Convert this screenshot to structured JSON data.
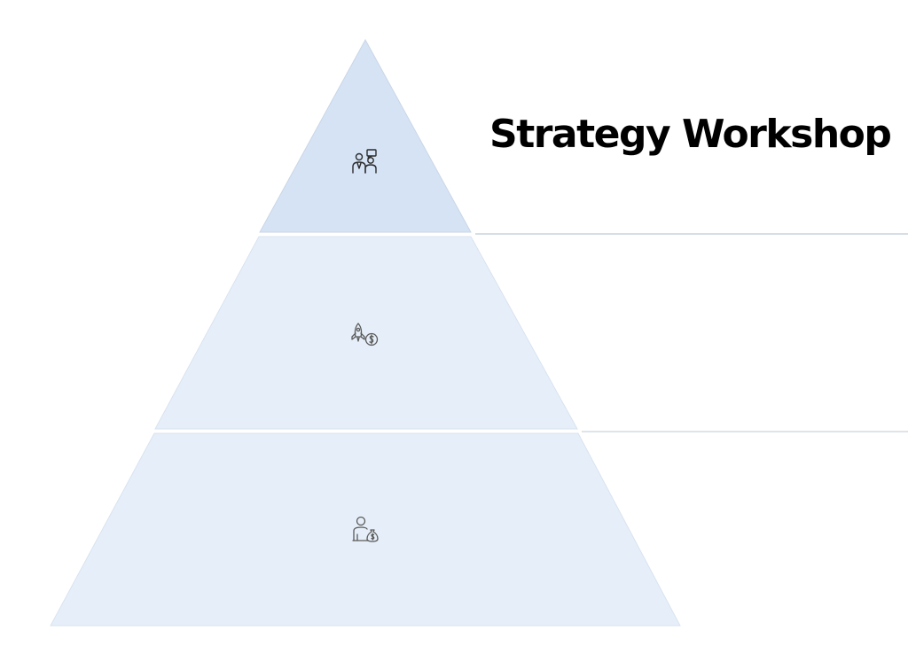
{
  "title": "Strategy Workshop",
  "colors": {
    "tier_top_fill": "#d5e3f5",
    "tier_fill": "#e6eff9",
    "tier_stroke": "#c9d6e6",
    "divider_line": "#c8d3de",
    "icon_stroke": "#555555",
    "icon_stroke_top": "#2b2b2b"
  },
  "tiers": [
    {
      "level": 1,
      "icon": "people-chat-icon"
    },
    {
      "level": 2,
      "icon": "rocket-dollar-icon"
    },
    {
      "level": 3,
      "icon": "person-laptop-moneybag-icon"
    }
  ]
}
